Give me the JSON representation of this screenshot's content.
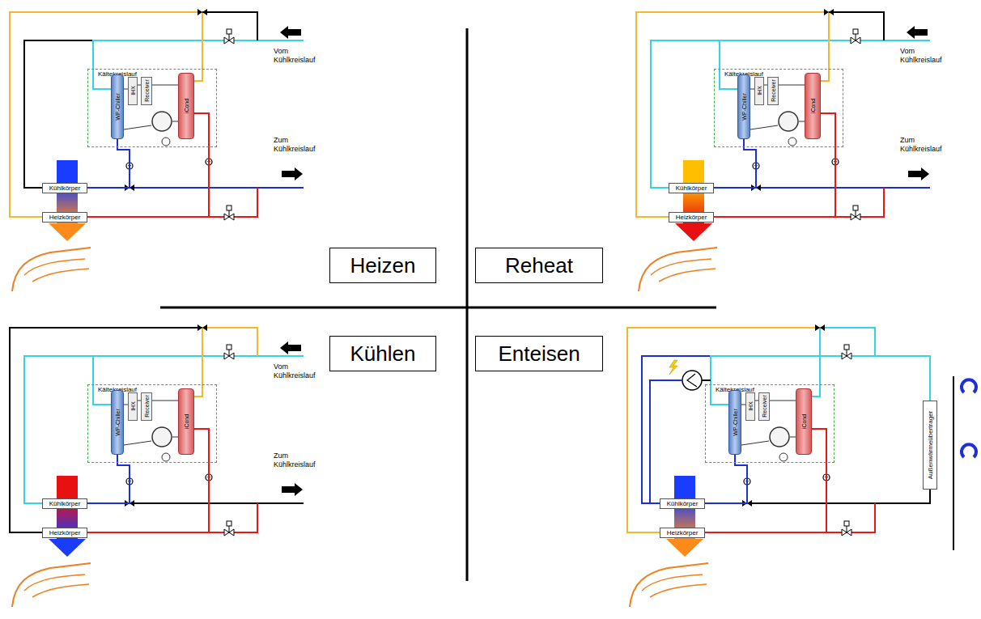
{
  "diagram": {
    "nodes": [
      {
        "text": [
          "Kältekreislauf"
        ]
      },
      {
        "text": [
          "WP-Chiller"
        ],
        "in": 0
      },
      {
        "text": [
          "IHX"
        ],
        "in": 0
      },
      {
        "text": [
          "Receiver"
        ],
        "in": 0
      },
      {
        "text": [
          "iCond"
        ],
        "in": 0
      },
      {
        "text": [
          "Kühlkörper"
        ]
      },
      {
        "text": [
          "Heizkörper"
        ]
      },
      {
        "text": [
          "Kältekreislauf"
        ]
      },
      {
        "text": [
          "WP-Chiller"
        ],
        "in": 7
      },
      {
        "text": [
          "IHX"
        ],
        "in": 7
      },
      {
        "text": [
          "Receiver"
        ],
        "in": 7
      },
      {
        "text": [
          "iCond"
        ],
        "in": 7
      },
      {
        "text": [
          "Kühlkörper"
        ]
      },
      {
        "text": [
          "Heizkörper"
        ]
      },
      {
        "text": [
          "Heizen"
        ]
      },
      {
        "text": [
          "Reheat"
        ]
      },
      {
        "text": [
          "Kühlen"
        ]
      },
      {
        "text": [
          "Enteisen"
        ]
      },
      {
        "text": [
          "Kältekreislauf"
        ]
      },
      {
        "text": [
          "WP-Chiller"
        ],
        "in": 18
      },
      {
        "text": [
          "IHX"
        ],
        "in": 18
      },
      {
        "text": [
          "Receiver"
        ],
        "in": 18
      },
      {
        "text": [
          "iCond"
        ],
        "in": 18
      },
      {
        "text": [
          "Kühlkörper"
        ]
      },
      {
        "text": [
          "Heizkörper"
        ]
      },
      {
        "text": [
          "Kältekreislauf"
        ]
      },
      {
        "text": [
          "WP-Chiller"
        ],
        "in": 25
      },
      {
        "text": [
          "IHX"
        ],
        "in": 25
      },
      {
        "text": [
          "Receiver"
        ],
        "in": 25
      },
      {
        "text": [
          "iCond"
        ],
        "in": 25
      },
      {
        "text": [
          "Kühlkörper"
        ]
      },
      {
        "text": [
          "Heizkörper"
        ]
      },
      {
        "text": [
          "Außenwärmeübertrager"
        ]
      }
    ],
    "edges": [
      {
        "from": 1,
        "to": 5,
        "arrow": "none"
      },
      {
        "from": 4,
        "to": 6,
        "arrow": "none"
      },
      {
        "from": 8,
        "to": 12,
        "arrow": "none"
      },
      {
        "from": 11,
        "to": 13,
        "arrow": "none"
      },
      {
        "from": 19,
        "to": 23,
        "arrow": "none"
      },
      {
        "from": 22,
        "to": 24,
        "arrow": "none"
      },
      {
        "from": 26,
        "to": 30,
        "arrow": "none"
      },
      {
        "from": 29,
        "to": 31,
        "arrow": "none"
      }
    ],
    "labels": [
      "Vom Kühlkreislauf",
      "Zum Kühlkreislauf",
      "Vom Kühlkreislauf",
      "Zum Kühlkreislauf",
      "Vom Kühlkreislauf",
      "Zum Kühlkreislauf"
    ]
  }
}
